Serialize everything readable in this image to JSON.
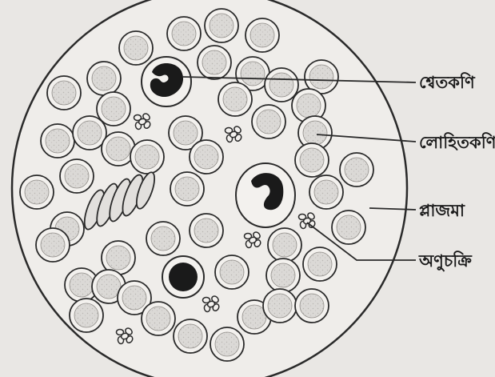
{
  "diagram": {
    "labels": {
      "wbc": "শ্বেতকণি",
      "rbc": "লোহিতকণি",
      "plasma": "প্লাজমা",
      "platelet": "অণুচক্রি"
    },
    "colors": {
      "background": "#e9e7e4",
      "outline": "#2a2a2a",
      "cell_fill": "#d4d2cf",
      "cell_inner": "#dedcd9",
      "nucleus": "#1a1a1a"
    }
  }
}
